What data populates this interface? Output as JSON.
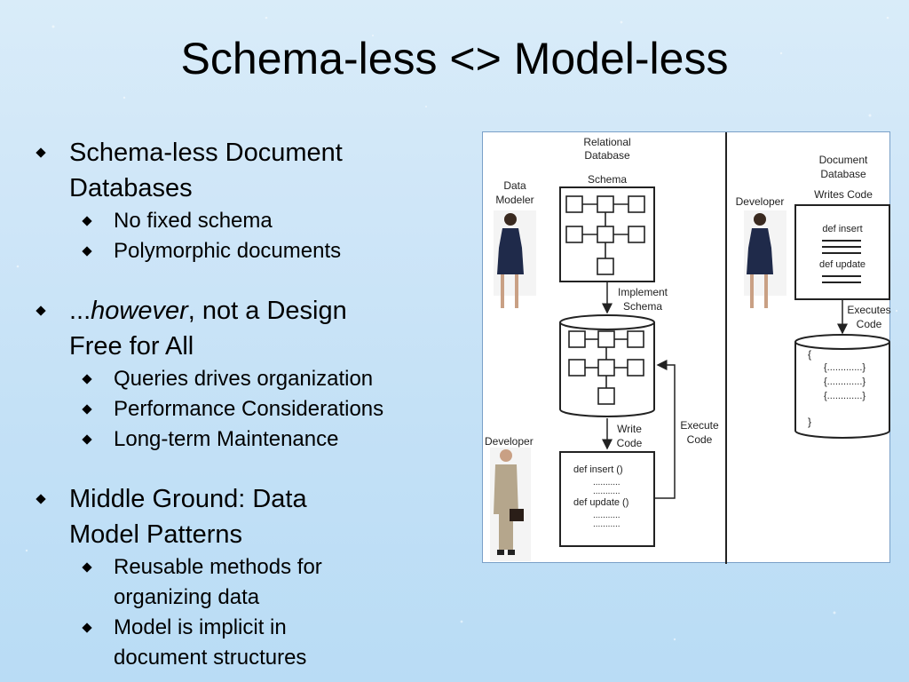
{
  "slide": {
    "title": "Schema-less <>  Model-less",
    "bullets": [
      {
        "text": "Schema-less Document Databases",
        "line1": "Schema-less Document",
        "line2": "Databases",
        "sub": [
          "No fixed schema",
          "Polymorphic documents"
        ]
      },
      {
        "prefix": "...",
        "emph": "however",
        "rest_line1": ", not a Design",
        "line2": "Free for All",
        "sub": [
          "Queries drives organization",
          "Performance Considerations",
          "Long-term Maintenance"
        ]
      },
      {
        "line1": "Middle Ground: Data",
        "line2": "Model Patterns",
        "sub": [
          {
            "line1": "Reusable methods for",
            "line2": "organizing data"
          },
          {
            "line1": "Model is implicit in",
            "line2": "document structures"
          }
        ]
      }
    ]
  },
  "diagram": {
    "relational": {
      "title_line1": "Relational",
      "title_line2": "Database",
      "schema_label": "Schema",
      "data_modeler_line1": "Data",
      "data_modeler_line2": "Modeler",
      "implement_line1": "Implement",
      "implement_line2": "Schema",
      "write_line1": "Write",
      "write_line2": "Code",
      "execute_line1": "Execute",
      "execute_line2": "Code",
      "developer": "Developer",
      "code_line1": "def insert ()",
      "code_dots": "...........",
      "code_line2": "def update ()"
    },
    "document": {
      "title_line1": "Document",
      "title_line2": "Database",
      "writes_code": "Writes Code",
      "developer": "Developer",
      "code_line1": "def insert",
      "code_line2": "def update",
      "executes_line1": "Executes",
      "executes_line2": "Code",
      "open_brace": "{",
      "close_brace": "}",
      "doc_entry": "{.............}"
    }
  }
}
